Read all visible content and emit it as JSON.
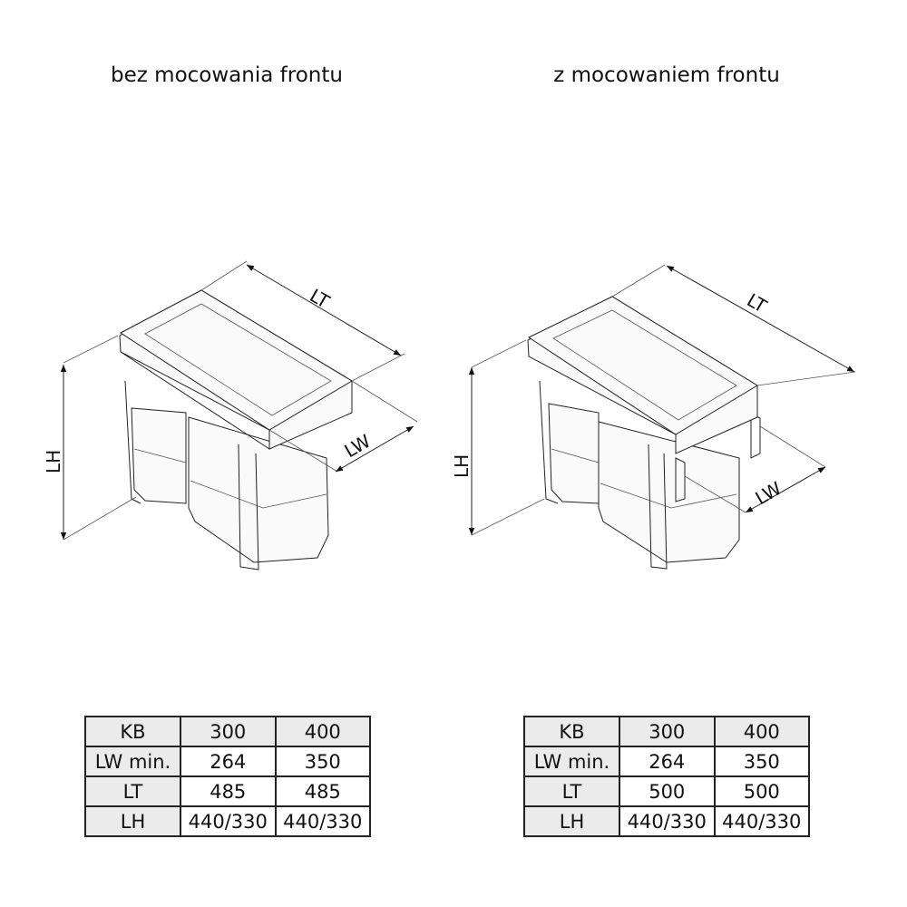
{
  "left": {
    "title": "bez mocowania frontu",
    "labels": {
      "lt": "LT",
      "lw": "LW",
      "lh": "LH"
    },
    "table": [
      [
        "KB",
        "300",
        "400"
      ],
      [
        "LW min.",
        "264",
        "350"
      ],
      [
        "LT",
        "485",
        "485"
      ],
      [
        "LH",
        "440/330",
        "440/330"
      ]
    ]
  },
  "right": {
    "title": "z mocowaniem frontu",
    "labels": {
      "lt": "LT",
      "lw": "LW",
      "lh": "LH"
    },
    "table": [
      [
        "KB",
        "300",
        "400"
      ],
      [
        "LW min.",
        "264",
        "350"
      ],
      [
        "LT",
        "500",
        "500"
      ],
      [
        "LH",
        "440/330",
        "440/330"
      ]
    ]
  }
}
